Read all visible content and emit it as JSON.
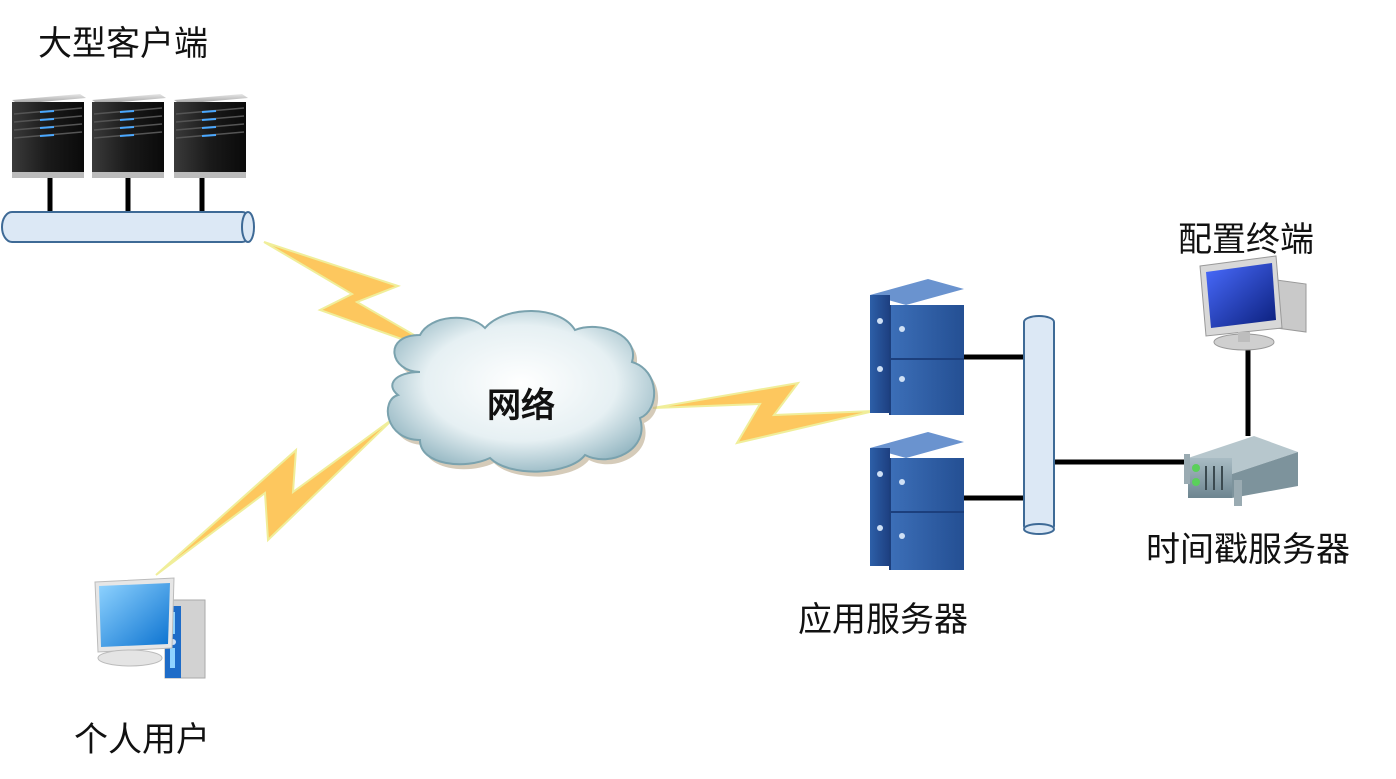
{
  "diagram": {
    "nodes": {
      "large_clients": {
        "label": "大型客户端",
        "count": 3,
        "icon": "tower-server-icon"
      },
      "network": {
        "label": "网络",
        "icon": "cloud-icon"
      },
      "personal_user": {
        "label": "个人用户",
        "icon": "desktop-computer-icon"
      },
      "app_servers": {
        "label": "应用服务器",
        "count": 2,
        "icon": "blade-server-icon"
      },
      "config_terminal": {
        "label": "配置终端",
        "icon": "workstation-icon"
      },
      "timestamp_server": {
        "label": "时间戳服务器",
        "icon": "rack-server-icon"
      }
    },
    "links": [
      {
        "from": "large_clients",
        "to": "network",
        "type": "wireless"
      },
      {
        "from": "personal_user",
        "to": "network",
        "type": "wireless"
      },
      {
        "from": "network",
        "to": "app_servers",
        "type": "wireless"
      },
      {
        "from": "app_servers",
        "to": "timestamp_server",
        "type": "wired-bus"
      },
      {
        "from": "config_terminal",
        "to": "timestamp_server",
        "type": "wired"
      }
    ],
    "colors": {
      "bolt": "#FDC75E",
      "bolt_edge": "#F0EE9A",
      "bus_fill": "#DCE8F5",
      "bus_stroke": "#3E6A96",
      "wire": "#000000",
      "blade_blue": "#2F5EA8"
    }
  }
}
